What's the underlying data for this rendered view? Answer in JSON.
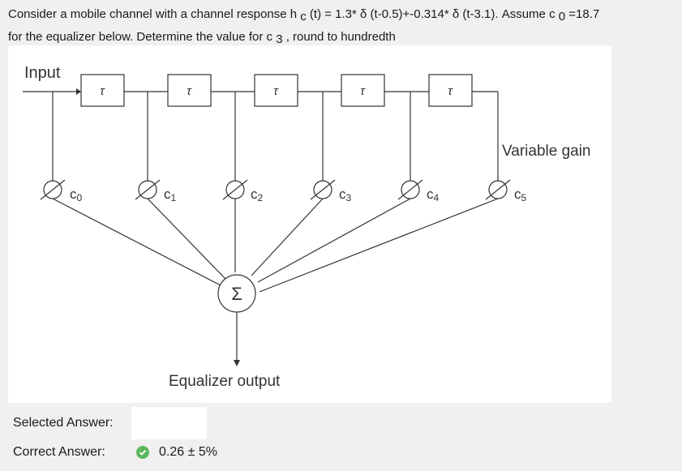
{
  "question": {
    "line1_pre": "Consider a mobile channel with a channel response h",
    "line1_sub1": "c",
    "line1_mid1": " (t) = 1.3* ",
    "delta_symbol": "δ",
    "line1_mid2": " (t-0.5)+-0.314* ",
    "line1_mid3": " (t-3.1). Assume c",
    "line1_sub2": "0",
    "line1_post": " =18.7",
    "line2_pre": "for the equalizer below. Determine the value for c",
    "line2_sub": "3",
    "line2_post": " , round to hundredth"
  },
  "figure": {
    "input_label": "Input",
    "tau_label": "τ",
    "variable_gain_label": "Variable gain",
    "coefficients": [
      "c",
      "c",
      "c",
      "c",
      "c",
      "c"
    ],
    "coefficient_subscripts": [
      "0",
      "1",
      "2",
      "3",
      "4",
      "5"
    ],
    "sum_symbol": "Σ",
    "output_label": "Equalizer output"
  },
  "answers": {
    "selected_label": "Selected Answer:",
    "selected_value": "",
    "correct_label": "Correct Answer:",
    "correct_value": "0.26 ± 5%",
    "check_color": "#5cb85c"
  }
}
